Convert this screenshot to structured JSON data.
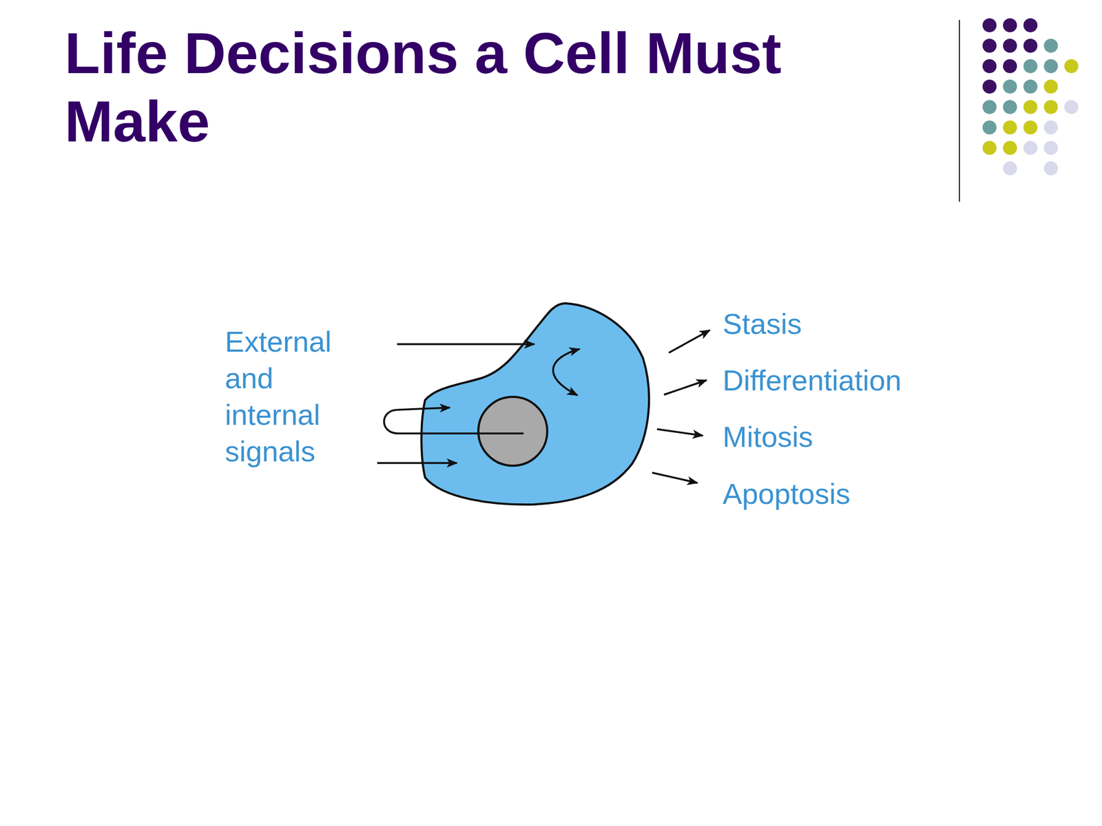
{
  "diagram": {
    "title": "Life Decisions a Cell Must Make",
    "labels": [
      "External and internal signals",
      "Stasis",
      "Differentiation",
      "Mitosis",
      "Apoptosis"
    ]
  }
}
